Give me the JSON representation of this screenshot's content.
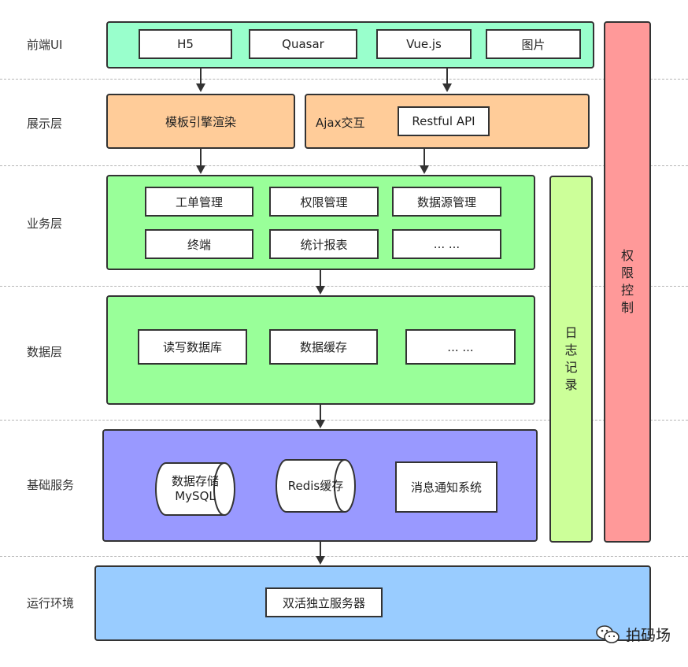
{
  "layers": {
    "frontend": "前端UI",
    "presentation": "展示层",
    "business": "业务层",
    "data": "数据层",
    "base": "基础服务",
    "runtime": "运行环境"
  },
  "frontend": {
    "items": [
      "H5",
      "Quasar",
      "Vue.js",
      "图片"
    ]
  },
  "presentation": {
    "template_render": "模板引擎渲染",
    "ajax_label": "Ajax交互",
    "restful": "Restful API"
  },
  "business": {
    "items": [
      "工单管理",
      "权限管理",
      "数据源管理",
      "终端",
      "统计报表",
      "... ..."
    ]
  },
  "data_layer": {
    "items": [
      "读写数据库",
      "数据缓存",
      "... ..."
    ]
  },
  "base_service": {
    "storage_line1": "数据存储",
    "storage_line2": "MySQL",
    "redis": "Redis缓存",
    "message": "消息通知系统"
  },
  "runtime": {
    "server": "双活独立服务器"
  },
  "side": {
    "log_chars": [
      "日",
      "志",
      "记",
      "录"
    ],
    "auth_chars": [
      "权",
      "限",
      "控",
      "制"
    ]
  },
  "watermark": {
    "text": "拍码场",
    "icon": "wechat-icon"
  },
  "colors": {
    "frontend": "#99ffcc",
    "presentation": "#ffcc99",
    "business": "#99ff99",
    "base": "#9999ff",
    "runtime": "#99ccff",
    "log": "#ccff99",
    "auth": "#ff9999"
  }
}
